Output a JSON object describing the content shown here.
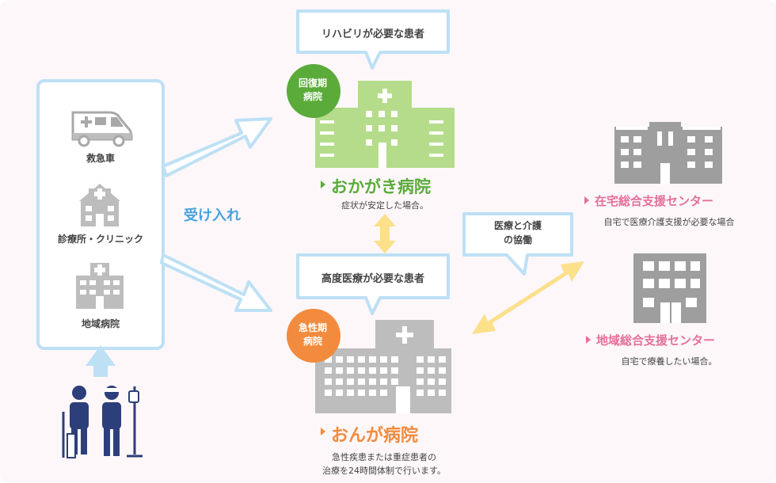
{
  "colors": {
    "background": "#fdf7fa",
    "light_blue": "#bde0f5",
    "green": "#b5dc8a",
    "green_dark": "#5aab3a",
    "orange": "#f28b3d",
    "pink": "#e4709a",
    "gray": "#bdbdbd",
    "gray_dark": "#9e9e9e",
    "navy": "#2d3f7a",
    "yellow": "#fce08a",
    "text": "#444444"
  },
  "left_panel": {
    "ambulance_label": "救急車",
    "clinic_label": "診療所・クリニック",
    "regional_hospital_label": "地域病院"
  },
  "accept_label": "受け入れ",
  "recovery": {
    "bubble": "リハビリが必要な患者",
    "badge_line1": "回復期",
    "badge_line2": "病院",
    "name": "おかがき病院",
    "desc": "症状が安定した場合。"
  },
  "acute": {
    "bubble": "高度医療が必要な患者",
    "badge_line1": "急性期",
    "badge_line2": "病院",
    "name": "おんが病院",
    "desc_line1": "急性疾患または重症患者の",
    "desc_line2": "治療を24時間体制で行います。"
  },
  "cooperation": {
    "line1": "医療と介護",
    "line2": "の協働"
  },
  "home_care_center": {
    "name": "在宅総合支援センター",
    "desc": "自宅で医療介護支援が必要な場合"
  },
  "regional_support_center": {
    "name": "地域総合支援センター",
    "desc": "自宅で療養したい場合。"
  }
}
